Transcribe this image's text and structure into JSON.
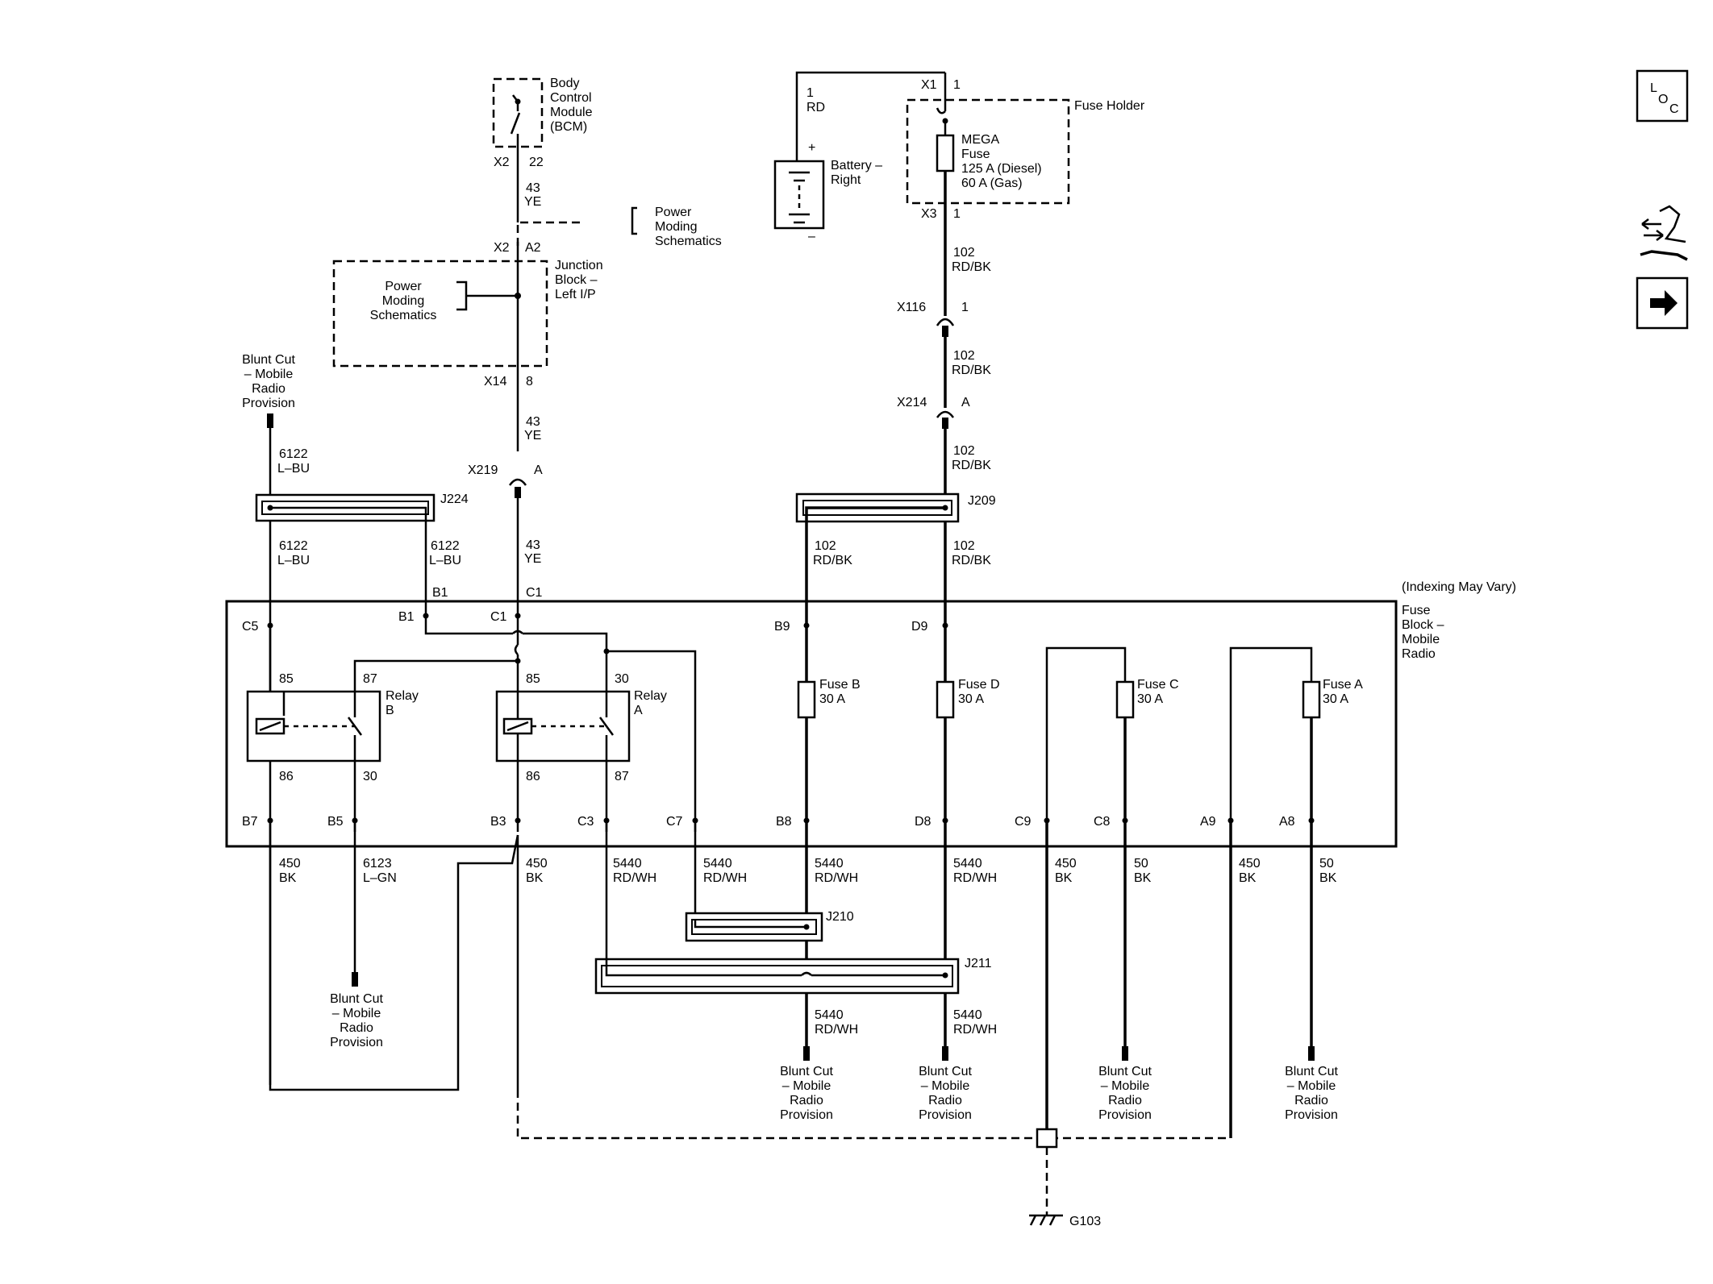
{
  "diagram": {
    "bcm": {
      "name": "Body\nControl\nModule\n(BCM)",
      "conn": "X2",
      "pin": "22"
    },
    "bcm_wire": {
      "num": "43",
      "color": "YE"
    },
    "power_moding_top": "Power\nModing\nSchematics",
    "junction_block": {
      "name": "Junction\nBlock –\nLeft I/P",
      "in_conn": "X2",
      "in_pin": "A2",
      "out_conn": "X14",
      "out_pin": "8",
      "inner_ref": "Power\nModing\nSchematics"
    },
    "wire_43_mid": {
      "num": "43",
      "color": "YE"
    },
    "x219": {
      "conn": "X219",
      "pin": "A"
    },
    "wire_43_low": {
      "num": "43",
      "color": "YE"
    },
    "blunt_top_left": "Blunt Cut\n– Mobile\nRadio\nProvision",
    "wire_6122_top": {
      "num": "6122",
      "color": "L–BU"
    },
    "j224": "J224",
    "wire_6122_left": {
      "num": "6122",
      "color": "L–BU"
    },
    "wire_6122_right": {
      "num": "6122",
      "color": "L–BU"
    },
    "battery": {
      "name": "Battery –\nRight",
      "pin": "1",
      "color": "RD",
      "plus": "+",
      "minus": "–"
    },
    "fuse_holder": {
      "name": "Fuse Holder",
      "top_conn": "X1",
      "top_pin": "1",
      "bottom_conn": "X3",
      "bottom_pin": "1",
      "fuse": "MEGA\nFuse\n125 A (Diesel)\n60 A (Gas)"
    },
    "wire_102_a": {
      "num": "102",
      "color": "RD/BK"
    },
    "x116": {
      "conn": "X116",
      "pin": "1"
    },
    "wire_102_b": {
      "num": "102",
      "color": "RD/BK"
    },
    "x214": {
      "conn": "X214",
      "pin": "A"
    },
    "wire_102_c": {
      "num": "102",
      "color": "RD/BK"
    },
    "j209": "J209",
    "wire_102_d": {
      "num": "102",
      "color": "RD/BK"
    },
    "wire_102_e": {
      "num": "102",
      "color": "RD/BK"
    },
    "indexing": "(Indexing May Vary)",
    "fuse_block": "Fuse\nBlock –\nMobile\nRadio",
    "pins_top": {
      "b1_out": "B1",
      "c1_out": "C1",
      "c5": "C5",
      "b1": "B1",
      "c1": "C1",
      "b9": "B9",
      "d9": "D9"
    },
    "relay_b": {
      "name": "Relay\nB",
      "p85": "85",
      "p87": "87",
      "p86": "86",
      "p30": "30"
    },
    "relay_a": {
      "name": "Relay\nA",
      "p85": "85",
      "p30": "30",
      "p86": "86",
      "p87": "87"
    },
    "fuses": {
      "b": "Fuse B\n30 A",
      "d": "Fuse D\n30 A",
      "c": "Fuse C\n30 A",
      "a": "Fuse A\n30 A"
    },
    "pins_bottom": {
      "b7": "B7",
      "b5": "B5",
      "b3": "B3",
      "c3": "C3",
      "c7": "C7",
      "b8": "B8",
      "d8": "D8",
      "c9": "C9",
      "c8": "C8",
      "a9": "A9",
      "a8": "A8"
    },
    "wires_bottom": {
      "b7": {
        "num": "450",
        "color": "BK"
      },
      "b5": {
        "num": "6123",
        "color": "L–GN"
      },
      "b3": {
        "num": "450",
        "color": "BK"
      },
      "c3": {
        "num": "5440",
        "color": "RD/WH"
      },
      "c7": {
        "num": "5440",
        "color": "RD/WH"
      },
      "b8": {
        "num": "5440",
        "color": "RD/WH"
      },
      "d8": {
        "num": "5440",
        "color": "RD/WH"
      },
      "c9": {
        "num": "450",
        "color": "BK"
      },
      "c8": {
        "num": "50",
        "color": "BK"
      },
      "a9": {
        "num": "450",
        "color": "BK"
      },
      "a8": {
        "num": "50",
        "color": "BK"
      }
    },
    "j210": "J210",
    "j211": "J211",
    "wire_j211_left": {
      "num": "5440",
      "color": "RD/WH"
    },
    "wire_j211_right": {
      "num": "5440",
      "color": "RD/WH"
    },
    "blunt_b5": "Blunt Cut\n– Mobile\nRadio\nProvision",
    "blunt_b8": "Blunt Cut\n– Mobile\nRadio\nProvision",
    "blunt_d8": "Blunt Cut\n– Mobile\nRadio\nProvision",
    "blunt_c8": "Blunt Cut\n– Mobile\nRadio\nProvision",
    "blunt_a8": "Blunt Cut\n– Mobile\nRadio\nProvision",
    "ground": "G103"
  },
  "side_icons": {
    "loc": {
      "l": "L",
      "o": "O",
      "c": "C"
    },
    "tools_icon": "wrench-and-arrows-icon",
    "next_icon": "right-arrow-icon"
  }
}
